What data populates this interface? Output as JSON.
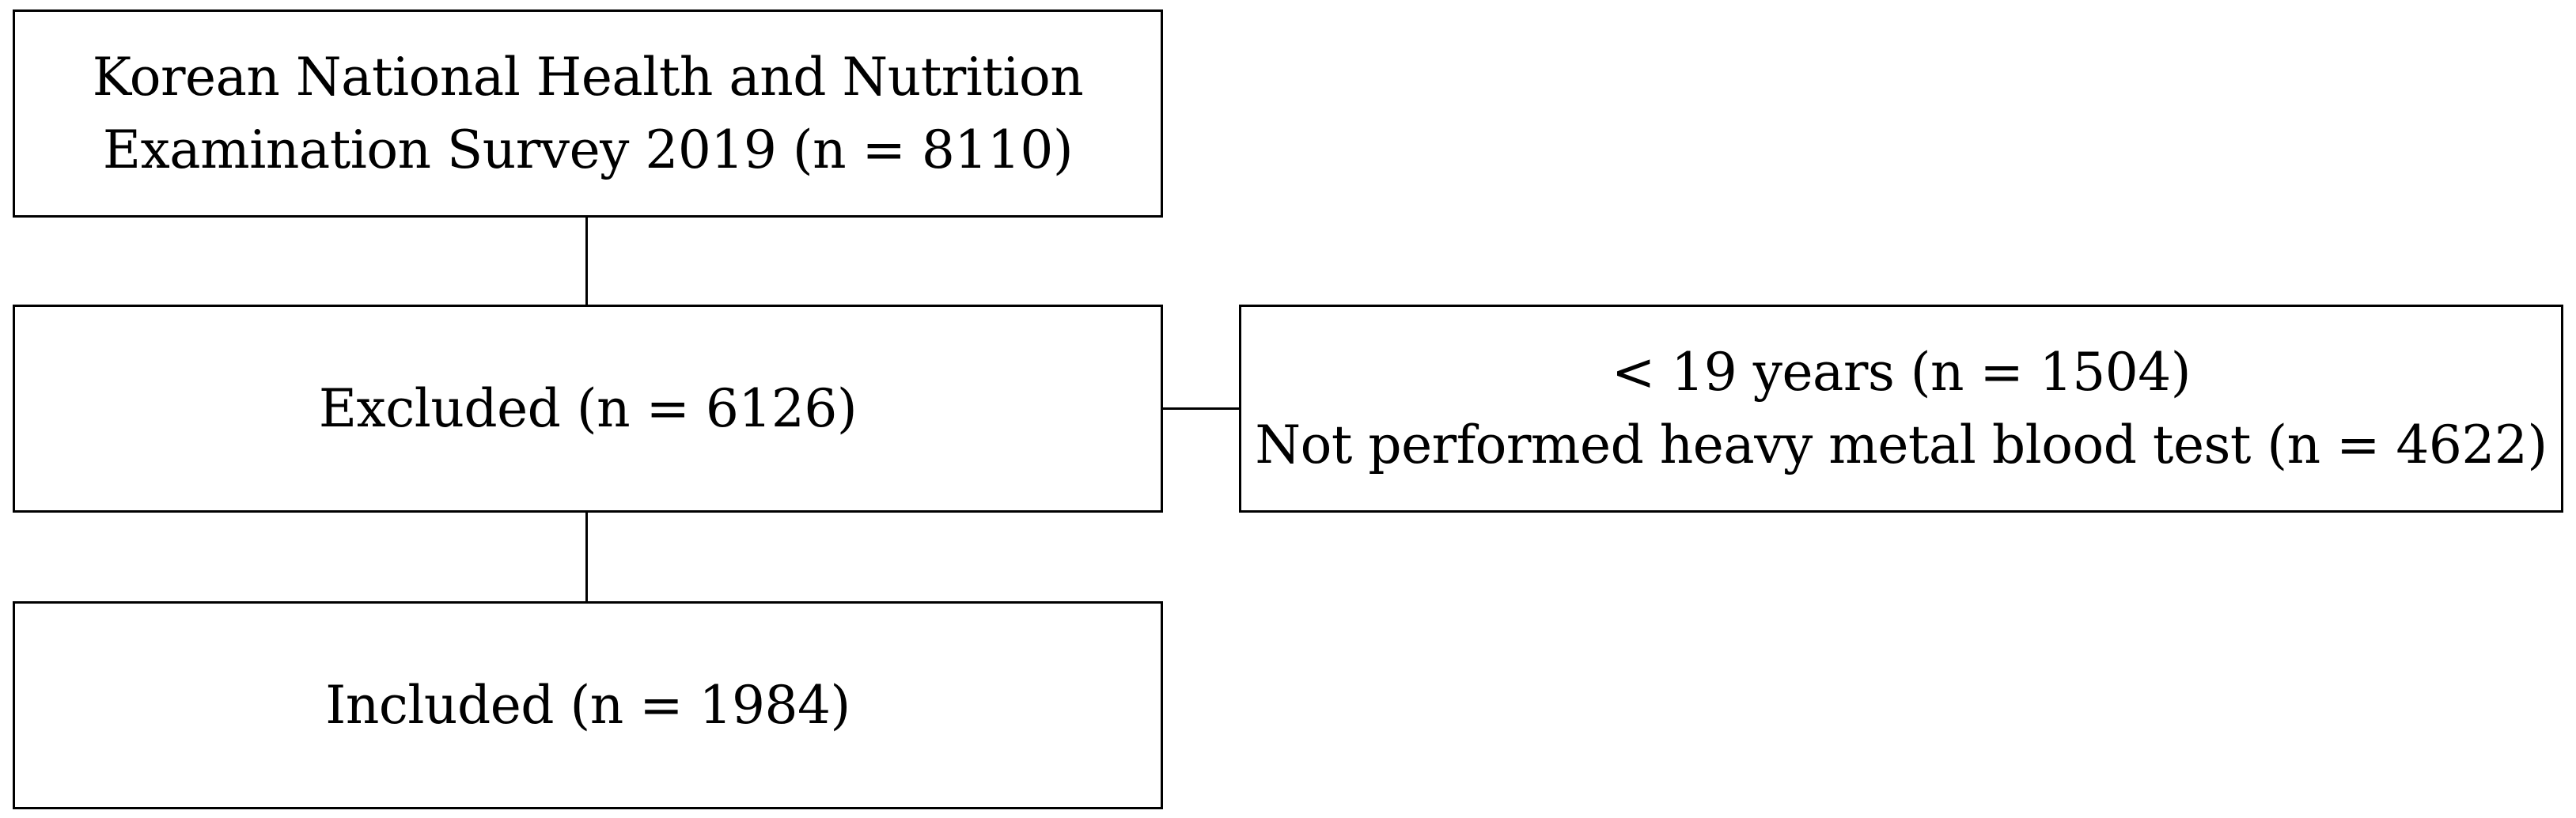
{
  "flowchart": {
    "source": {
      "line1": "Korean National Health and Nutrition",
      "line2": "Examination Survey 2019 (n = 8110)"
    },
    "excluded": {
      "label": "Excluded (n = 6126)"
    },
    "exclusion_reasons": {
      "line1": "< 19 years (n = 1504)",
      "line2": "Not performed heavy metal blood test (n = 4622)"
    },
    "included": {
      "label": "Included (n = 1984)"
    }
  }
}
